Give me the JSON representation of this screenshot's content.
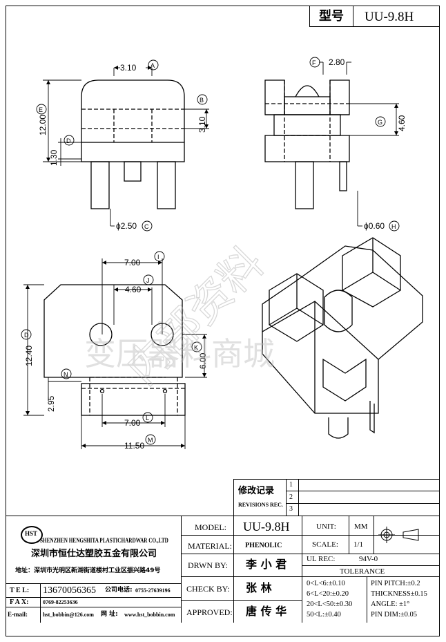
{
  "header": {
    "type_label": "型号",
    "model_value": "UU-9.8H"
  },
  "dimensions": {
    "d310": "3.10",
    "A": "A",
    "B": "B",
    "E": "E",
    "D": "D",
    "d1200": "12.00",
    "d130": "1.30",
    "d310v": "3.10",
    "d250": "ϕ2.50",
    "C": "C",
    "F": "F",
    "d280": "2.80",
    "G": "G",
    "d460v": "4.60",
    "d060": "ϕ0.60",
    "H": "H",
    "d700": "7.00",
    "I": "I",
    "d460": "4.60",
    "J": "J",
    "K": "K",
    "d600": "6.00",
    "d1240": "12.40",
    "N": "N",
    "d295": "2.95",
    "d700b": "7.00",
    "L": "L",
    "d1150": "11.50",
    "M": "M"
  },
  "watermark": {
    "line1": "变压器料商城",
    "line2": "内部资料"
  },
  "revision": {
    "title_cn": "修改记录",
    "title_en": "REVISIONS REC.",
    "marks": [
      "1",
      "2",
      "3"
    ]
  },
  "company": {
    "logo": "HST",
    "name_en": "SHENZHEN HENGSHITA PLASTICHARDWAR CO.,LTD",
    "name_cn": "深圳市恒仕达塑胶五金有限公司",
    "address": "地址：深圳市光明区新湖街道楼村工业区振兴路49号",
    "tel_label": "T E L:",
    "tel": "13670056365",
    "co_tel_label": "公司电话:",
    "co_tel": "0755-27639196",
    "fax_label": "F A X:",
    "fax": "0769-82253636",
    "email_label": "E-mail:",
    "email": "hst_bobbin@126.com",
    "web_label": "网 址:",
    "web": "www.hst_bobbin.com"
  },
  "fields": {
    "model_label": "MODEL:",
    "model": "UU-9.8H",
    "material_label": "MATERIAL:",
    "material": "PHENOLIC",
    "drawn_label": "DRWN BY:",
    "drawn": "李 小 君",
    "check_label": "CHECK BY:",
    "check": "张   林",
    "approved_label": "APPROVED:",
    "approved": "唐 传 华",
    "unit_label": "UNIT:",
    "unit": "MM",
    "scale_label": "SCALE:",
    "scale": "1/1",
    "ul_label": "UL REC:",
    "ul": "94V-0",
    "tolerance_label": "TOLERANCE",
    "tol": [
      "0<L<6:±0.10",
      "6<L<20:±0.20",
      "20<L<50:±0.30",
      "50<L:±0.40"
    ],
    "pin": [
      "PIN PITCH:±0.2",
      "THICKNESS±0.15",
      "ANGLE: ±1°",
      "PIN DIM:±0.05"
    ]
  }
}
